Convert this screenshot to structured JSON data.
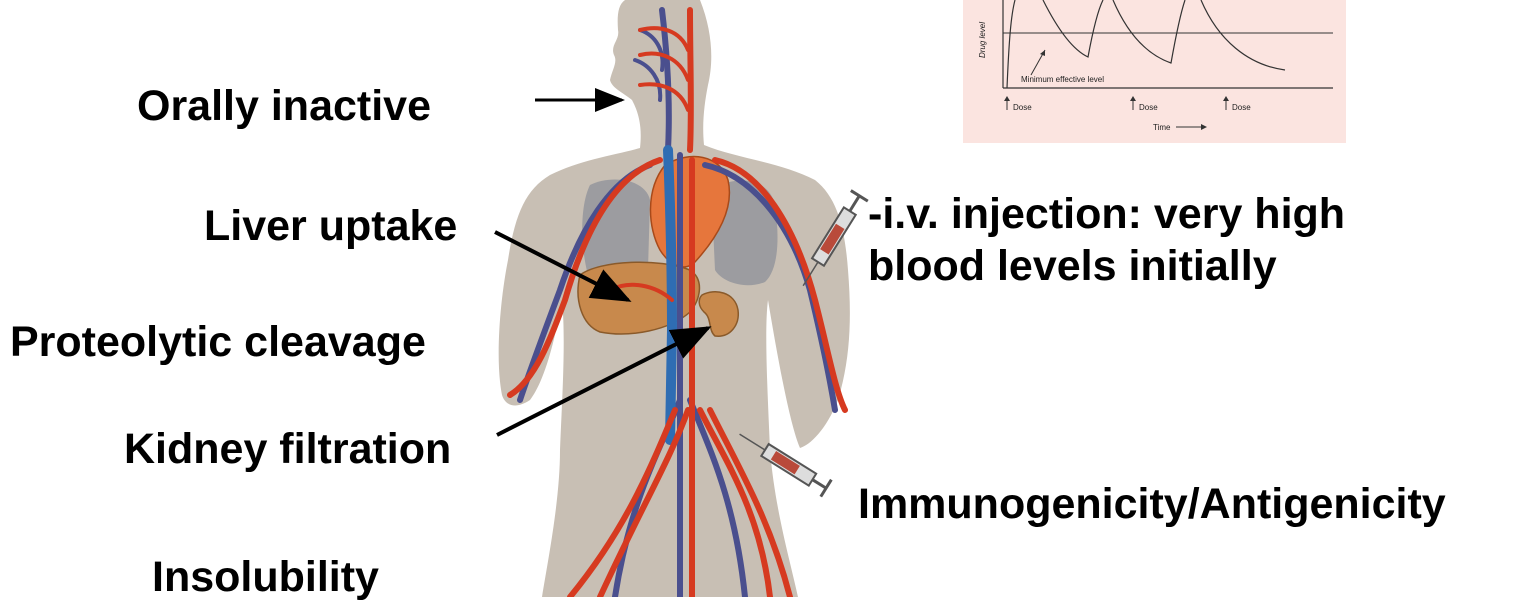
{
  "labels": {
    "orally_inactive": "Orally inactive",
    "liver_uptake": "Liver uptake",
    "proteolytic_cleavage": "Proteolytic cleavage",
    "kidney_filtration": "Kidney filtration",
    "insolubility": "Insolubility",
    "iv_injection_line1": "-i.v. injection: very high",
    "iv_injection_line2": "blood levels initially",
    "immunogenicity": "Immunogenicity/Antigenicity"
  },
  "inset_chart": {
    "ylabel": "Drug level",
    "xlabel": "Time",
    "threshold_label": "Minimum effective level",
    "dose_labels": [
      "Dose",
      "Dose",
      "Dose"
    ]
  },
  "colors": {
    "artery": "#d63a20",
    "vein": "#4a4f8e",
    "aorta": "#2f6db3",
    "skin": "#c8bfb4",
    "heart": "#e6763c",
    "liver": "#c8894c",
    "lungs": "#9c9ca0",
    "chart_bg": "#fbe4e0"
  },
  "icons": [
    "syringe-icon",
    "syringe-icon",
    "arrow-icon"
  ]
}
